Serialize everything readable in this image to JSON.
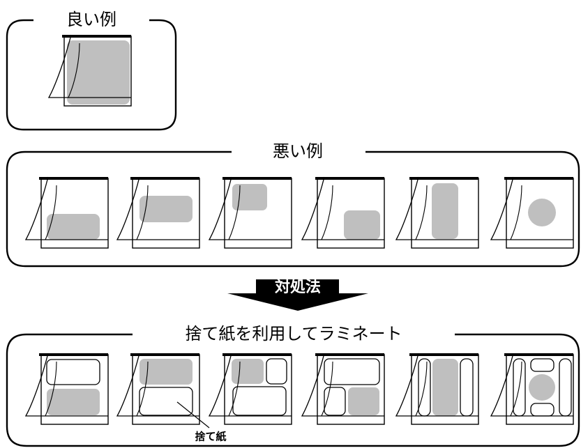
{
  "sections": {
    "good": {
      "title": "良い例"
    },
    "bad": {
      "title": "悪い例"
    },
    "fix": {
      "title": "捨て紙を利用してラミネート"
    }
  },
  "arrow": {
    "label": "対処法"
  },
  "callout": {
    "label": "捨て紙"
  },
  "colors": {
    "line": "#000000",
    "fill_gray": "#bfbfbf",
    "background": "#ffffff"
  }
}
